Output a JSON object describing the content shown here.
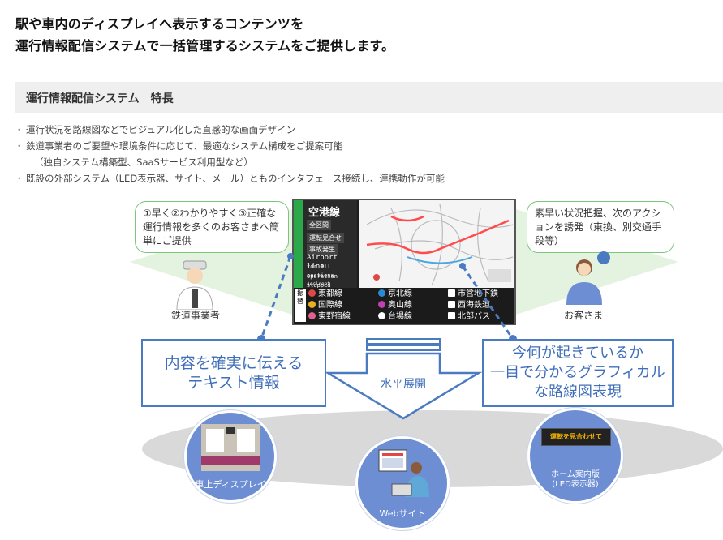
{
  "headline": {
    "line1": "駅や車内のディスプレイへ表示するコンテンツを",
    "line2": "運行情報配信システムで一括管理するシステムをご提供します。"
  },
  "section": {
    "title": "運行情報配信システム　特長"
  },
  "features": [
    {
      "text": "運行状況を路線図などでビジュアル化した直感的な画面デザイン"
    },
    {
      "text": "鉄道事業者のご要望や環境条件に応じて、最適なシステム構成をご提案可能",
      "sub": "（独自システム構築型、SaaSサービス利用型など）"
    },
    {
      "text": "既設の外部システム（LED表示器、サイト、メール）とものインタフェース接続し、連携動作が可能"
    }
  ],
  "diagram": {
    "left_bubble": "①早く②わかりやすく③正確な運行情報を多くのお客さまへ簡単にご提供",
    "left_caption": "鉄道事業者",
    "right_bubble": "素早い状況把握、次のアクションを誘発（東換、別交通手段等）",
    "right_caption": "お客さま",
    "text_box": "内容を確実に伝える\nテキスト情報",
    "graphic_box": "今何が起きているか\n一目で分かるグラフィカル\nな路線図表現",
    "arrow_label": "水平展開",
    "circles": [
      {
        "label": "車上ディスプレイ"
      },
      {
        "label": "Webサイト"
      },
      {
        "label": "ホーム案内版\n(LED表示器)",
        "led_text": "運転を見合わせて"
      }
    ],
    "screen": {
      "title": "空港線",
      "status1": "全区間",
      "status2": "運転見合せ",
      "status3": "事故発生",
      "en1": "Airport line",
      "en2": "for All sections",
      "en3": "Operation stopped",
      "en4": "Accident",
      "row_label": "振替",
      "cells": [
        {
          "name": "東都線",
          "color": "#e04848"
        },
        {
          "name": "京北線",
          "color": "#2a8ad4"
        },
        {
          "name": "市営地下鉄",
          "color": "#ffffff"
        },
        {
          "name": "国際線",
          "color": "#e8b020"
        },
        {
          "name": "奥山線",
          "color": "#c040b0"
        },
        {
          "name": "西海鉄道",
          "color": "#ffffff"
        },
        {
          "name": "東野宿線",
          "color": "#e06090"
        },
        {
          "name": "台場線",
          "color": "#ffffff"
        },
        {
          "name": "北部バス",
          "color": "#ffffff"
        }
      ]
    }
  },
  "colors": {
    "accent_blue": "#4a7bc0",
    "bubble_green": "#7bc67b",
    "circle_blue": "#6e8ed4"
  }
}
